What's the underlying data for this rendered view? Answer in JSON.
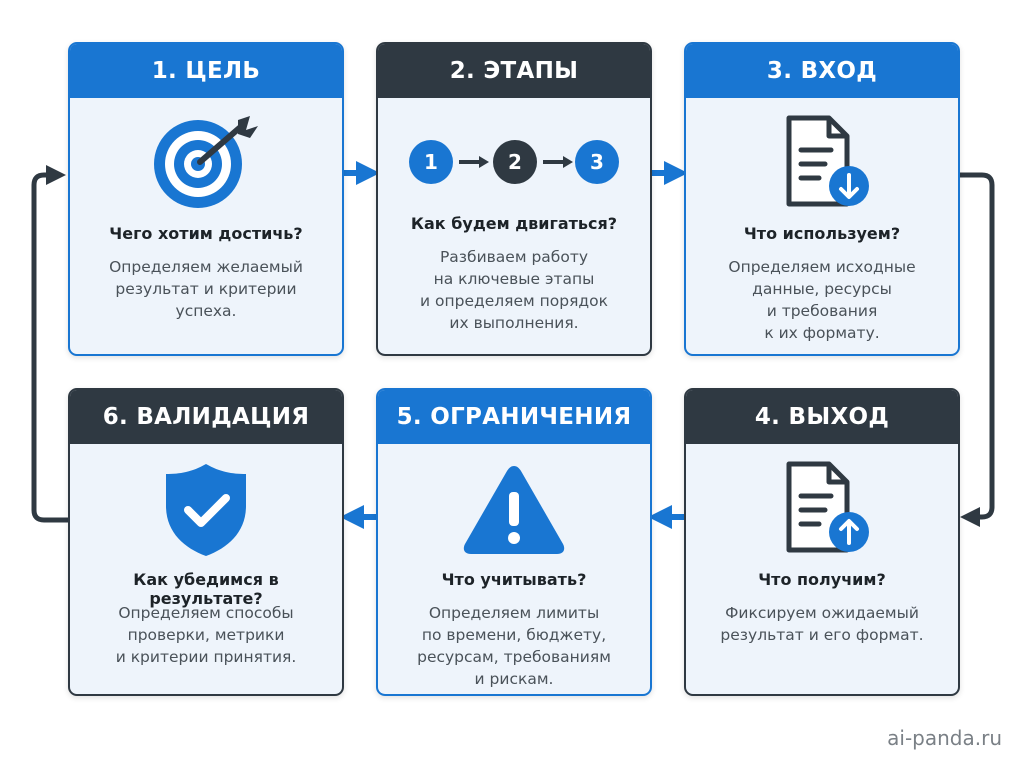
{
  "steps": [
    {
      "title": "1. ЦЕЛЬ",
      "question": "Чего хотим достичь?",
      "description": "Определяем желаемый\nрезультат и критерии\nуспеха.",
      "icon": "target-icon"
    },
    {
      "title": "2. ЭТАПЫ",
      "question": "Как будем двигаться?",
      "description": "Разбиваем работу\nна ключевые этапы\nи определяем порядок\nих выполнения.",
      "icon": "steps-sequence-icon",
      "stage_numbers": [
        "1",
        "2",
        "3"
      ]
    },
    {
      "title": "3. ВХОД",
      "question": "Что используем?",
      "description": "Определяем исходные\nданные, ресурсы\nи требования\nк их формату.",
      "icon": "document-download-icon"
    },
    {
      "title": "4. ВЫХОД",
      "question": "Что получим?",
      "description": "Фиксируем ожидаемый\nрезультат и его формат.",
      "icon": "document-upload-icon"
    },
    {
      "title": "5. ОГРАНИЧЕНИЯ",
      "question": "Что учитывать?",
      "description": "Определяем лимиты\nпо времени, бюджету,\nресурсам, требованиям\nи рискам.",
      "icon": "warning-icon"
    },
    {
      "title": "6. ВАЛИДАЦИЯ",
      "question": "Как убедимся в результате?",
      "description": "Определяем способы\nпроверки, метрики\nи критерии принятия.",
      "icon": "shield-check-icon"
    }
  ],
  "watermark": "ai-panda.ru",
  "colors": {
    "blue": "#1976d2",
    "dark": "#2f3942",
    "card_bg": "#eef4fb"
  }
}
